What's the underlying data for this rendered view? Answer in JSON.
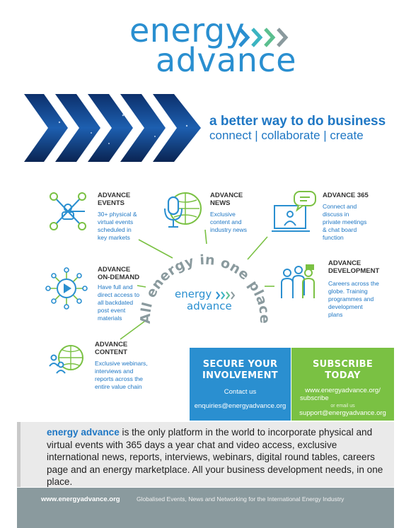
{
  "logo": {
    "line1": "energy",
    "line2": "advance"
  },
  "tagline": {
    "headline": "a better way to do business",
    "sub": "connect | collaborate | create"
  },
  "features": {
    "events": {
      "title_1": "ADVANCE",
      "title_2": "EVENTS",
      "desc": [
        "30+ physical &",
        "virtual events",
        "scheduled in",
        "key markets"
      ]
    },
    "news": {
      "title_1": "ADVANCE",
      "title_2": "NEWS",
      "desc": [
        "Exclusive",
        "content and",
        "industry news"
      ]
    },
    "a365": {
      "title_1": "ADVANCE 365",
      "desc": [
        "Connect and",
        "discuss in",
        "private meetings",
        "& chat board",
        "function"
      ]
    },
    "ondemand": {
      "title_1": "ADVANCE",
      "title_2": "ON-DEMAND",
      "desc": [
        "Have full and",
        "direct access to",
        "all backdated",
        "post event",
        "materials"
      ]
    },
    "development": {
      "title_1": "ADVANCE",
      "title_2": "DEVELOPMENT",
      "desc": [
        "Careers across the",
        "globe. Training",
        "programmes and",
        "development",
        "plans"
      ]
    },
    "content": {
      "title_1": "ADVANCE",
      "title_2": "CONTENT",
      "desc": [
        "Exclusive webinars,",
        "interviews and",
        "reports across the",
        "entire value chain"
      ]
    }
  },
  "hub": {
    "arc_text": "All energy in one place",
    "logo_line1": "energy",
    "logo_line2": "advance"
  },
  "secure_box": {
    "title_1": "SECURE YOUR",
    "title_2": "INVOLVEMENT",
    "contact_label": "Contact us",
    "email": "enquiries@energyadvance.org"
  },
  "subscribe_box": {
    "title_1": "SUBSCRIBE",
    "title_2": "TODAY",
    "url_1": "www.energyadvance.org/",
    "url_2": "subscribe",
    "or_label": "or email us",
    "email": "support@energyadvance.org"
  },
  "about": {
    "brand": "energy advance",
    "text": " is the only platform in the world to incorporate physical and virtual events with 365 days a year chat and video access, exclusive international news, reports, interviews, webinars, digital round tables, careers page and an energy marketplace. All your business development needs, in one place."
  },
  "footer": {
    "url": "www.energyadvance.org",
    "description": "Globalised Events, News and Networking for the International Energy Industry"
  },
  "colors": {
    "blue": "#2a8fd0",
    "green": "#7ac143",
    "teal": "#3bb4c1",
    "grey": "#8a9a9e"
  },
  "icons": [
    "network-icon",
    "microphone-icon",
    "presentation-icon",
    "play-icon",
    "team-icon",
    "globe-people-icon",
    "arrow-chevron-icon"
  ]
}
